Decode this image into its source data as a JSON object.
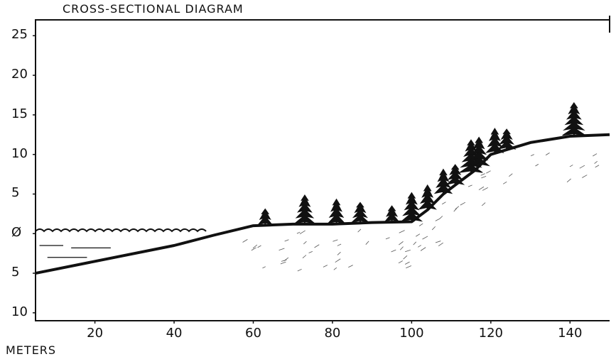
{
  "title": "CROSS-SECTIONAL DIAGRAM",
  "x_units_label": "METERS",
  "y_ticks": [
    "25",
    "20",
    "15",
    "10",
    "5",
    "Ø",
    "5",
    "10"
  ],
  "x_ticks": [
    "20",
    "40",
    "60",
    "80",
    "100",
    "120",
    "140"
  ],
  "x_tick_values": [
    20,
    40,
    60,
    80,
    100,
    120,
    140
  ],
  "y_tick_values": [
    25,
    20,
    15,
    10,
    5,
    0,
    -5,
    -10
  ],
  "x_range": [
    5,
    150
  ],
  "y_range": [
    -11,
    27
  ],
  "profile": [
    [
      5,
      -5
    ],
    [
      20,
      -3.5
    ],
    [
      40,
      -1.5
    ],
    [
      50,
      -0.2
    ],
    [
      60,
      1
    ],
    [
      70,
      1.2
    ],
    [
      80,
      1.2
    ],
    [
      90,
      1.4
    ],
    [
      100,
      1.5
    ],
    [
      104,
      3
    ],
    [
      108,
      5
    ],
    [
      112,
      6.5
    ],
    [
      116,
      8
    ],
    [
      120,
      10
    ],
    [
      130,
      11.5
    ],
    [
      140,
      12.3
    ],
    [
      150,
      12.5
    ]
  ],
  "trees_x": [
    63,
    73,
    81,
    87,
    95,
    100,
    104,
    108,
    111,
    115,
    117,
    121,
    124,
    141
  ]
}
